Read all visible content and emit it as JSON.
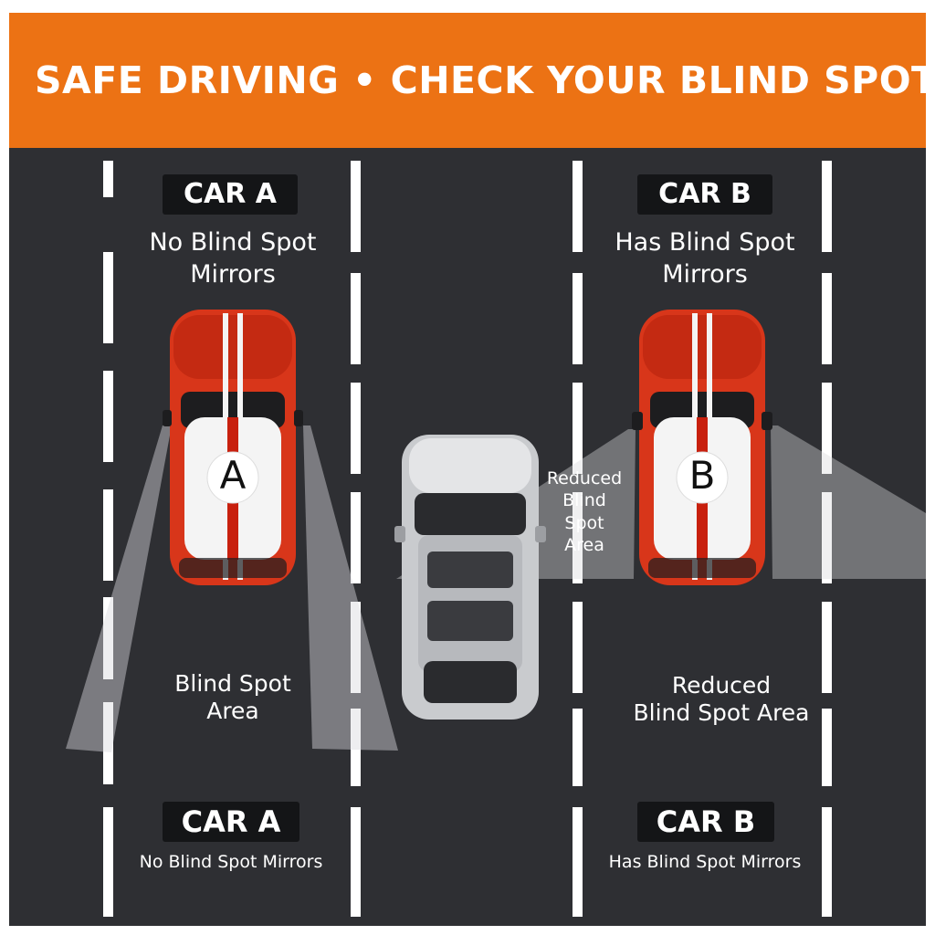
{
  "banner": {
    "title": "SAFE DRIVING • CHECK YOUR BLIND SPOTS",
    "color": "#ec7214"
  },
  "colors": {
    "road": "#2e2f33",
    "lane_mark": "#ffffff",
    "car_body": "#d8361a",
    "car_roof": "#f4f4f4",
    "stripe": "#c8200e",
    "silver_car": "#c9cbce",
    "cone": "#d9dadd"
  },
  "car_a": {
    "tag": "CAR A",
    "description": "No Blind Spot\nMirrors",
    "roof_letter": "A",
    "zone_label": "Blind Spot\nArea",
    "bottom_tag": "CAR A",
    "bottom_description": "No Blind Spot Mirrors"
  },
  "car_b": {
    "tag": "CAR B",
    "description": "Has Blind Spot\nMirrors",
    "roof_letter": "B",
    "zone_label": "Reduced\nBlind Spot Area",
    "side_zone_label": "Reduced\nBlind\nSpot\nArea",
    "bottom_tag": "CAR B",
    "bottom_description": "Has Blind Spot Mirrors"
  },
  "icons": {
    "car_a": "red-mini-car-icon",
    "car_b": "red-mini-car-icon",
    "middle_car": "silver-car-icon"
  }
}
